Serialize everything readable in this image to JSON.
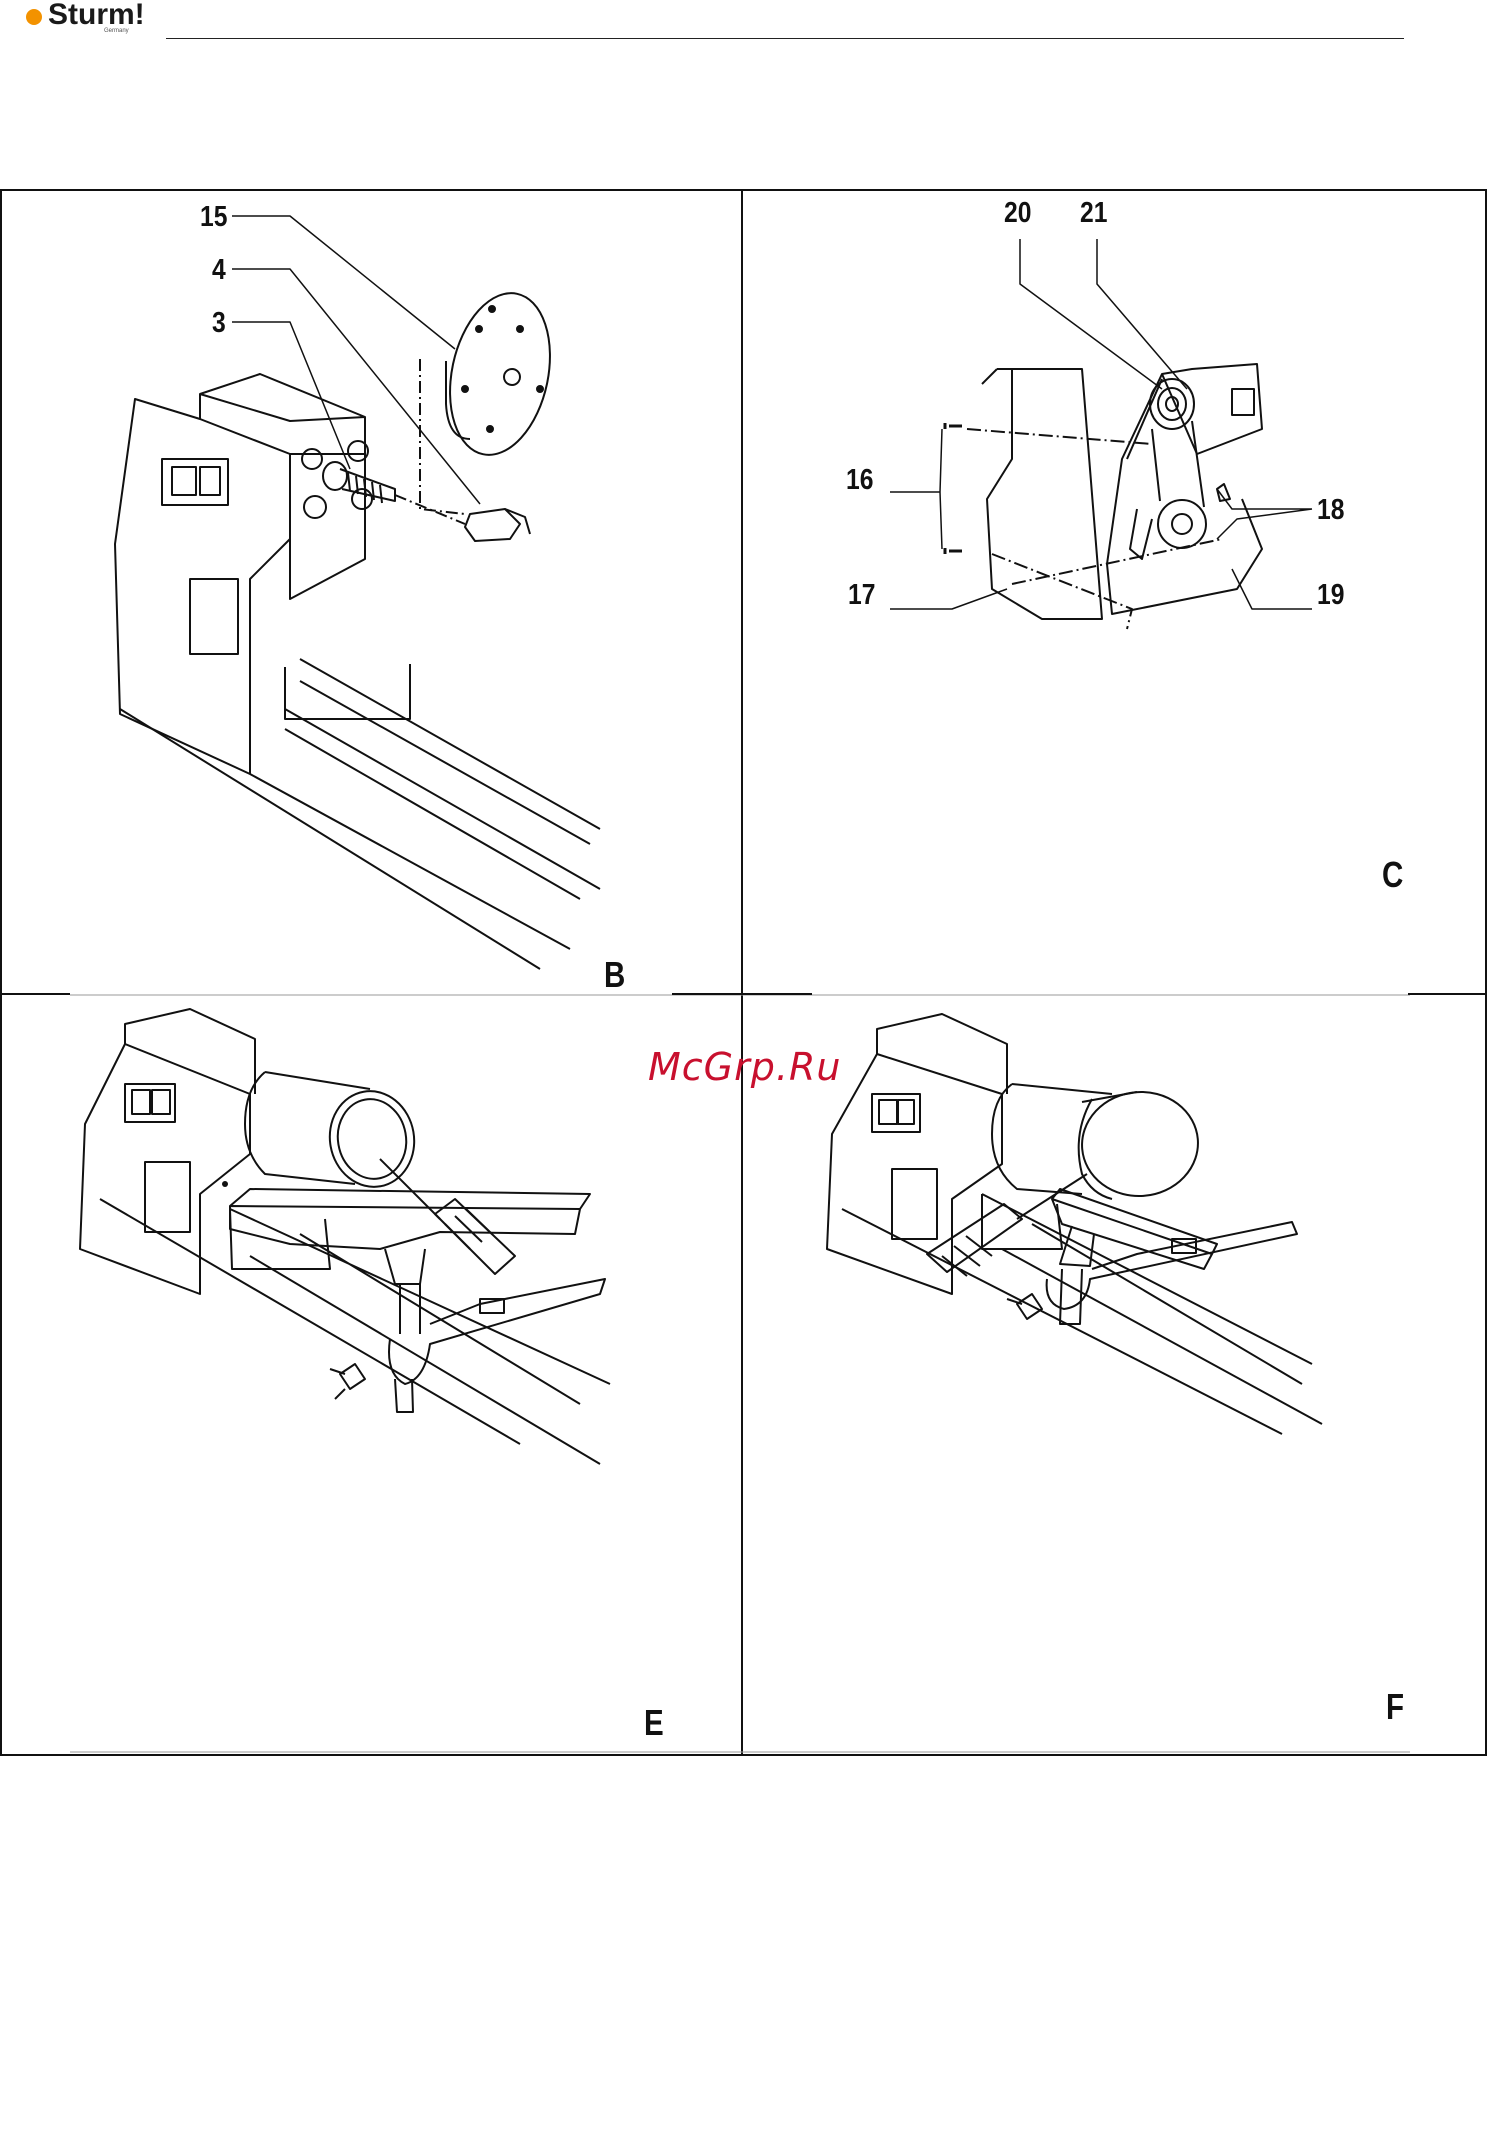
{
  "brand": {
    "name": "Sturm!",
    "sub": "Germany",
    "accent_color": "#f39200"
  },
  "watermark": {
    "text": "McGrp.Ru",
    "color": "#c8102e"
  },
  "panels": [
    {
      "letter": "B",
      "callouts": [
        "15",
        "4",
        "3"
      ]
    },
    {
      "letter": "C",
      "callouts": [
        "20",
        "21",
        "16",
        "18",
        "17",
        "19"
      ]
    },
    {
      "letter": "E",
      "callouts": []
    },
    {
      "letter": "F",
      "callouts": []
    }
  ],
  "icons": {
    "logo": "orange-dot-icon"
  }
}
